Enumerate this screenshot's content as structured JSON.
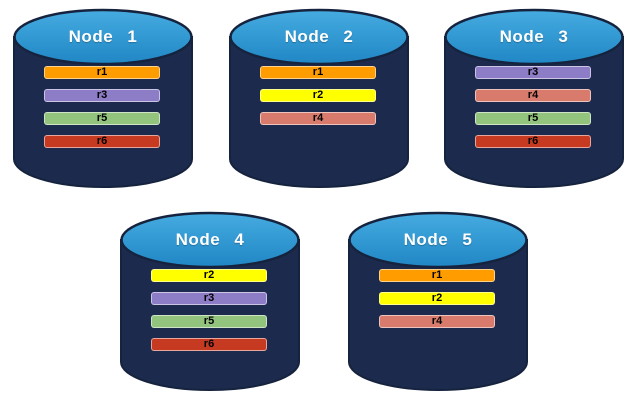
{
  "diagram": {
    "description": "Five database nodes holding replicated partitions",
    "replica_colors": {
      "r1": "#FF9C00",
      "r2": "#FFFF00",
      "r3": "#8D7CC6",
      "r4": "#D87B6C",
      "r5": "#93C47D",
      "r6": "#C73A22"
    },
    "cylinder": {
      "body_color": "#1C2B4D",
      "outline_color": "#16233E",
      "top_color_light": "#45ABE0",
      "top_color_dark": "#2187C5"
    },
    "nodes": [
      {
        "label": "Node 1",
        "replicas": [
          "r1",
          "r3",
          "r5",
          "r6"
        ]
      },
      {
        "label": "Node 2",
        "replicas": [
          "r1",
          "r2",
          "r4"
        ]
      },
      {
        "label": "Node 3",
        "replicas": [
          "r3",
          "r4",
          "r5",
          "r6"
        ]
      },
      {
        "label": "Node 4",
        "replicas": [
          "r2",
          "r3",
          "r5",
          "r6"
        ]
      },
      {
        "label": "Node 5",
        "replicas": [
          "r1",
          "r2",
          "r4"
        ]
      }
    ]
  }
}
